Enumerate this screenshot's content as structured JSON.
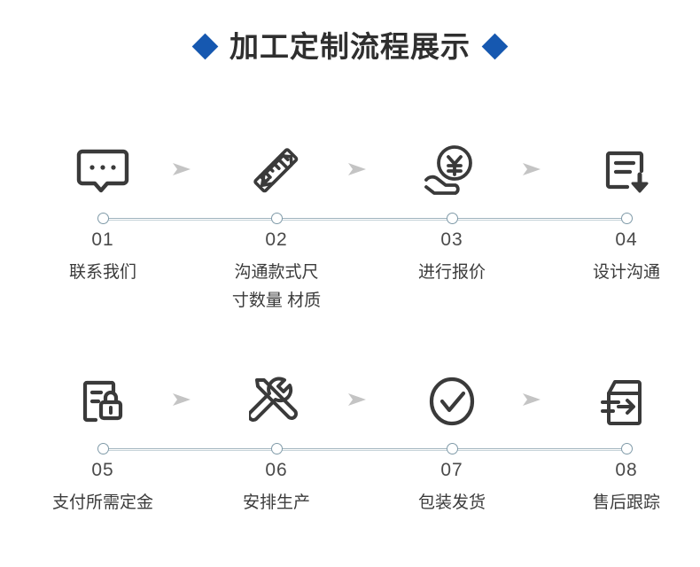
{
  "header": {
    "title": "加工定制流程展示",
    "left_diamond_icon": "diamond-icon",
    "right_diamond_icon": "diamond-icon",
    "accent_color": "#1658b0",
    "title_color": "#2f2f2f"
  },
  "timeline": {
    "line_color": "#9fb3bd",
    "node_border_color": "#7f9aa8",
    "node_fill_color": "#ffffff",
    "arrow_color": "#c4c4c4",
    "icon_color": "#3a3a3a",
    "arrow_icon": "play-triangle-icon",
    "rows": [
      {
        "name": "row-1",
        "steps": [
          {
            "num": "01",
            "text": "联系我们",
            "icon": "chat-bubble-dots-icon"
          },
          {
            "num": "02",
            "text": "沟通款式尺\n寸数量 材质",
            "icon": "ruler-pencil-icon"
          },
          {
            "num": "03",
            "text": "进行报价",
            "icon": "hand-yuan-coin-icon"
          },
          {
            "num": "04",
            "text": "设计沟通",
            "icon": "document-download-icon"
          }
        ]
      },
      {
        "name": "row-2",
        "steps": [
          {
            "num": "05",
            "text": "支付所需定金",
            "icon": "document-lock-icon"
          },
          {
            "num": "06",
            "text": "安排生产",
            "icon": "wrench-screwdriver-icon"
          },
          {
            "num": "07",
            "text": "包装发货",
            "icon": "check-circle-icon"
          },
          {
            "num": "08",
            "text": "售后跟踪",
            "icon": "shipping-box-arrow-icon"
          }
        ]
      }
    ]
  }
}
